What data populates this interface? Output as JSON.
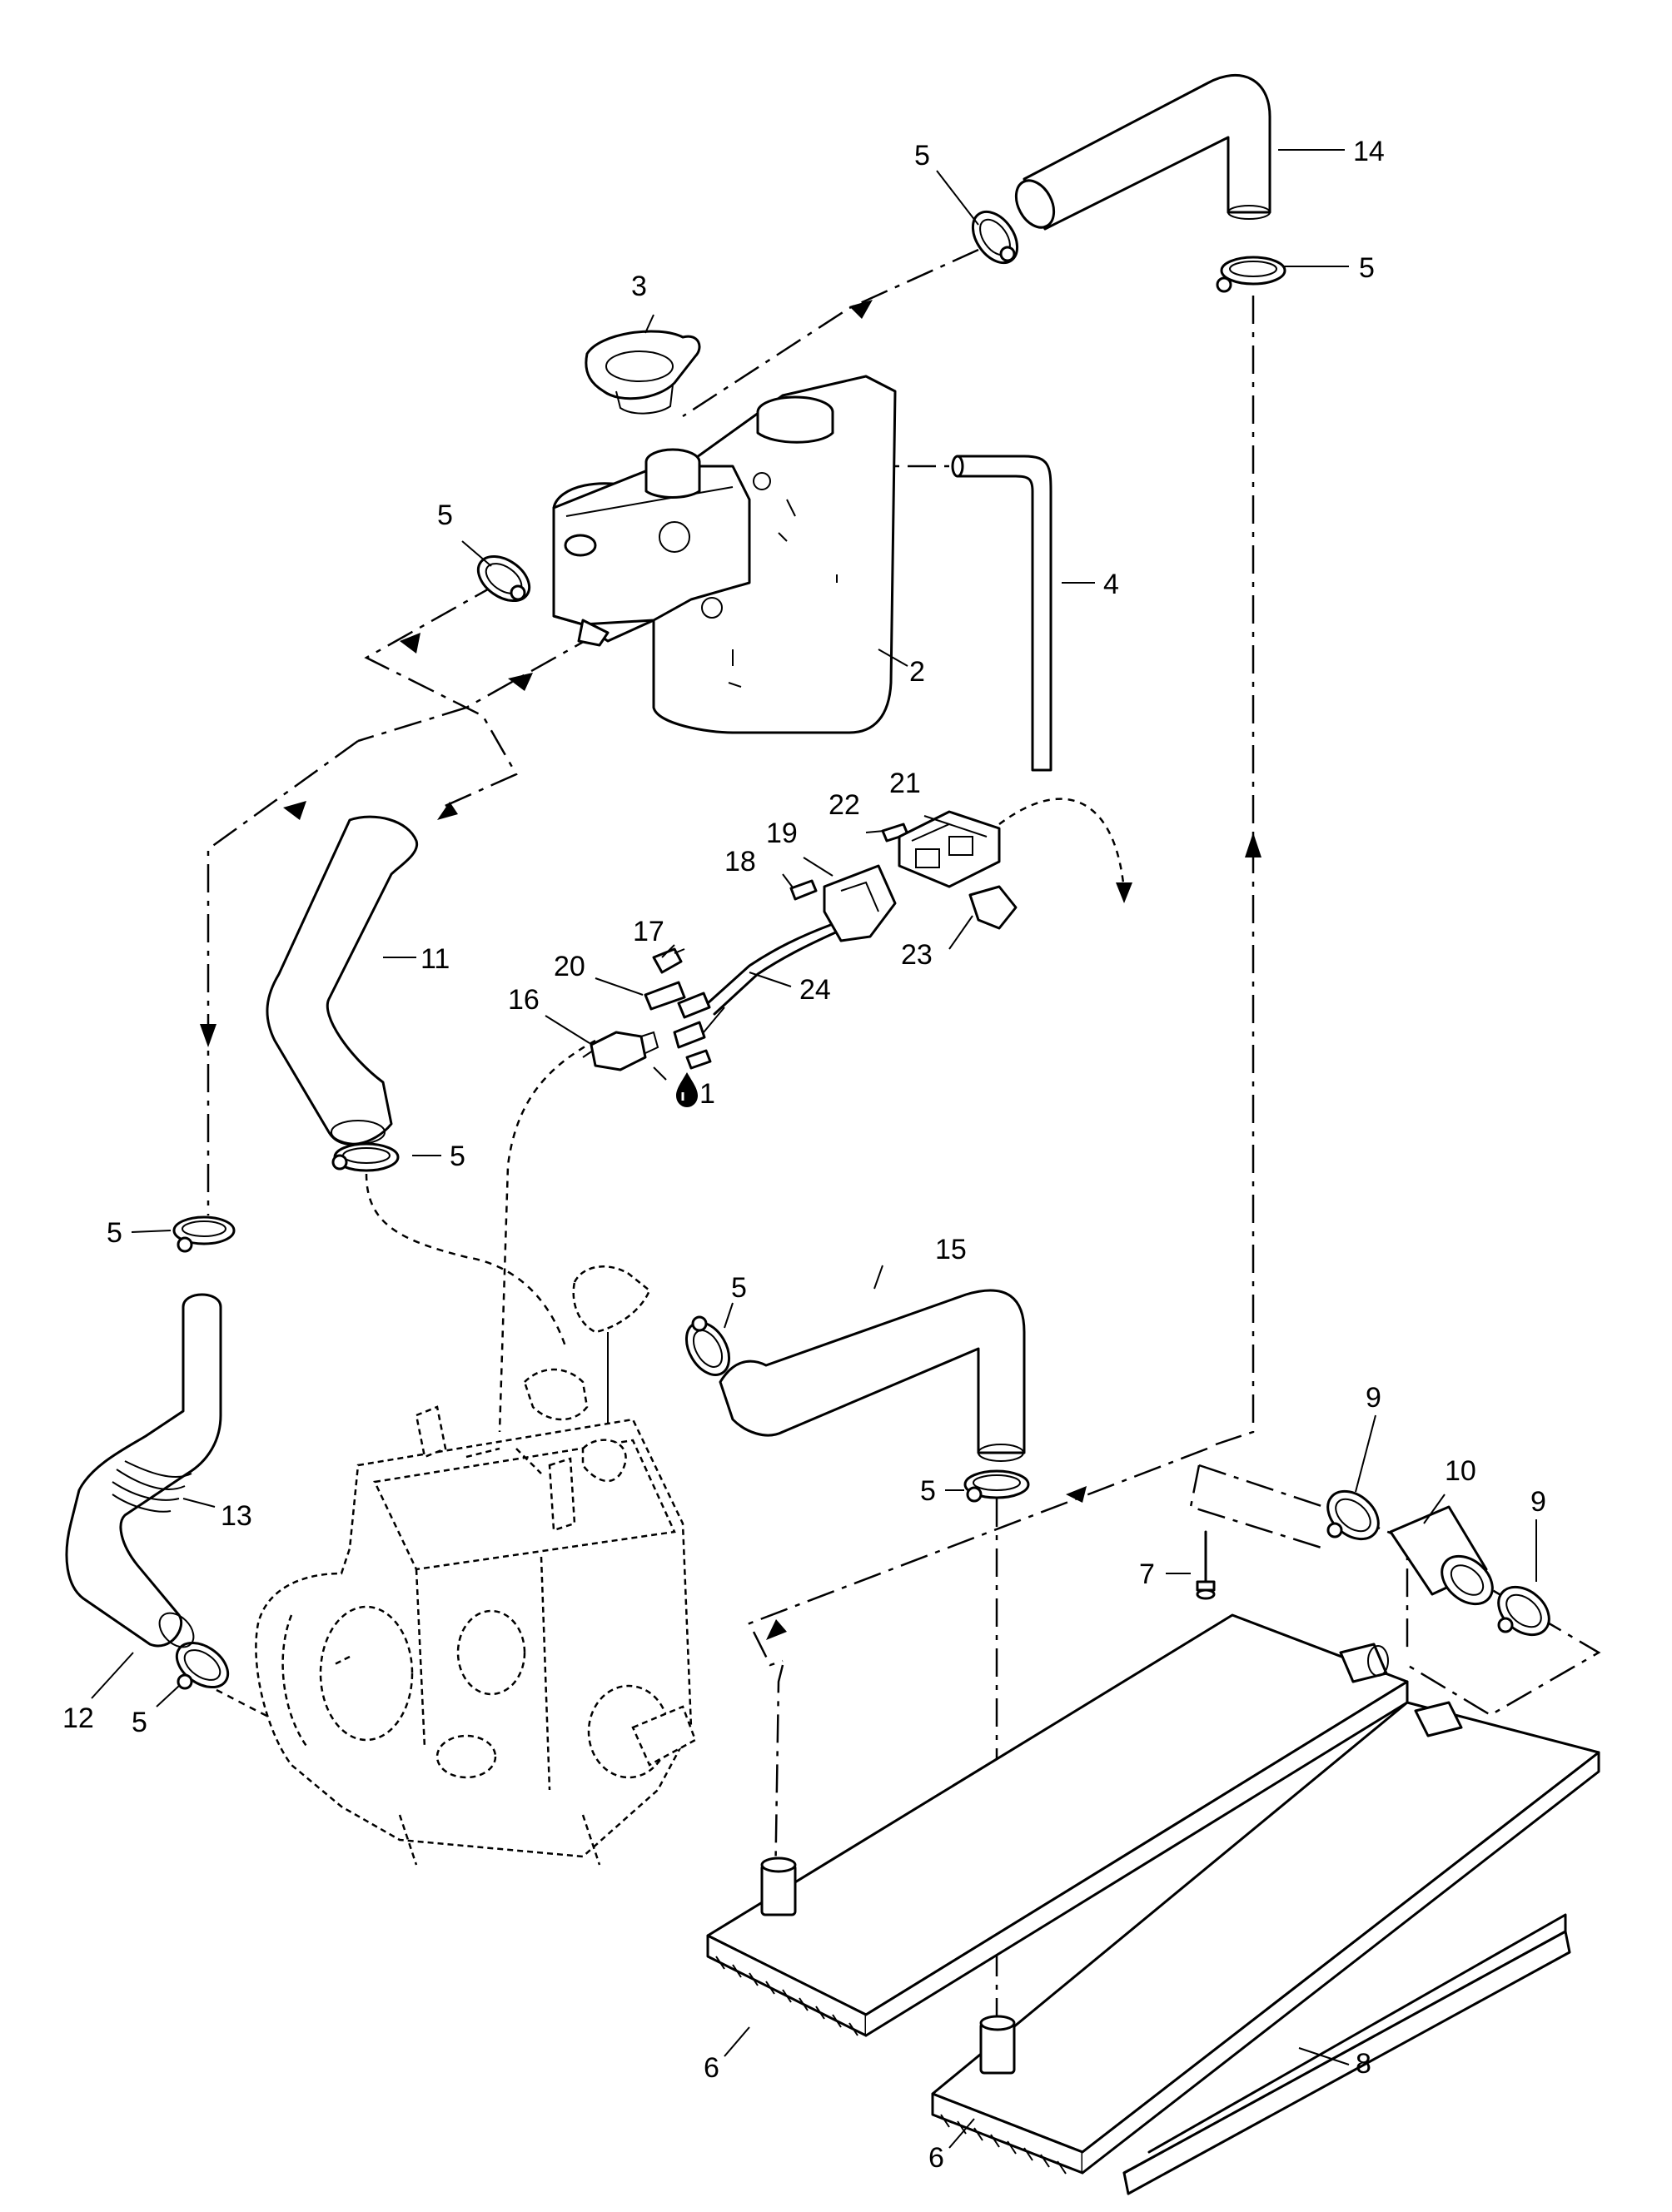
{
  "callouts": {
    "c1": "1",
    "c2": "2",
    "c3": "3",
    "c4": "4",
    "c5": "5",
    "c6": "6",
    "c7": "7",
    "c8": "8",
    "c9": "9",
    "c10": "10",
    "c11": "11",
    "c12": "12",
    "c13": "13",
    "c14": "14",
    "c15": "15",
    "c16": "16",
    "c17": "17",
    "c18": "18",
    "c19": "19",
    "c20": "20",
    "c21": "21",
    "c22": "22",
    "c23": "23",
    "c24": "24"
  },
  "icons": {
    "sealant": "oil-drop-icon"
  }
}
